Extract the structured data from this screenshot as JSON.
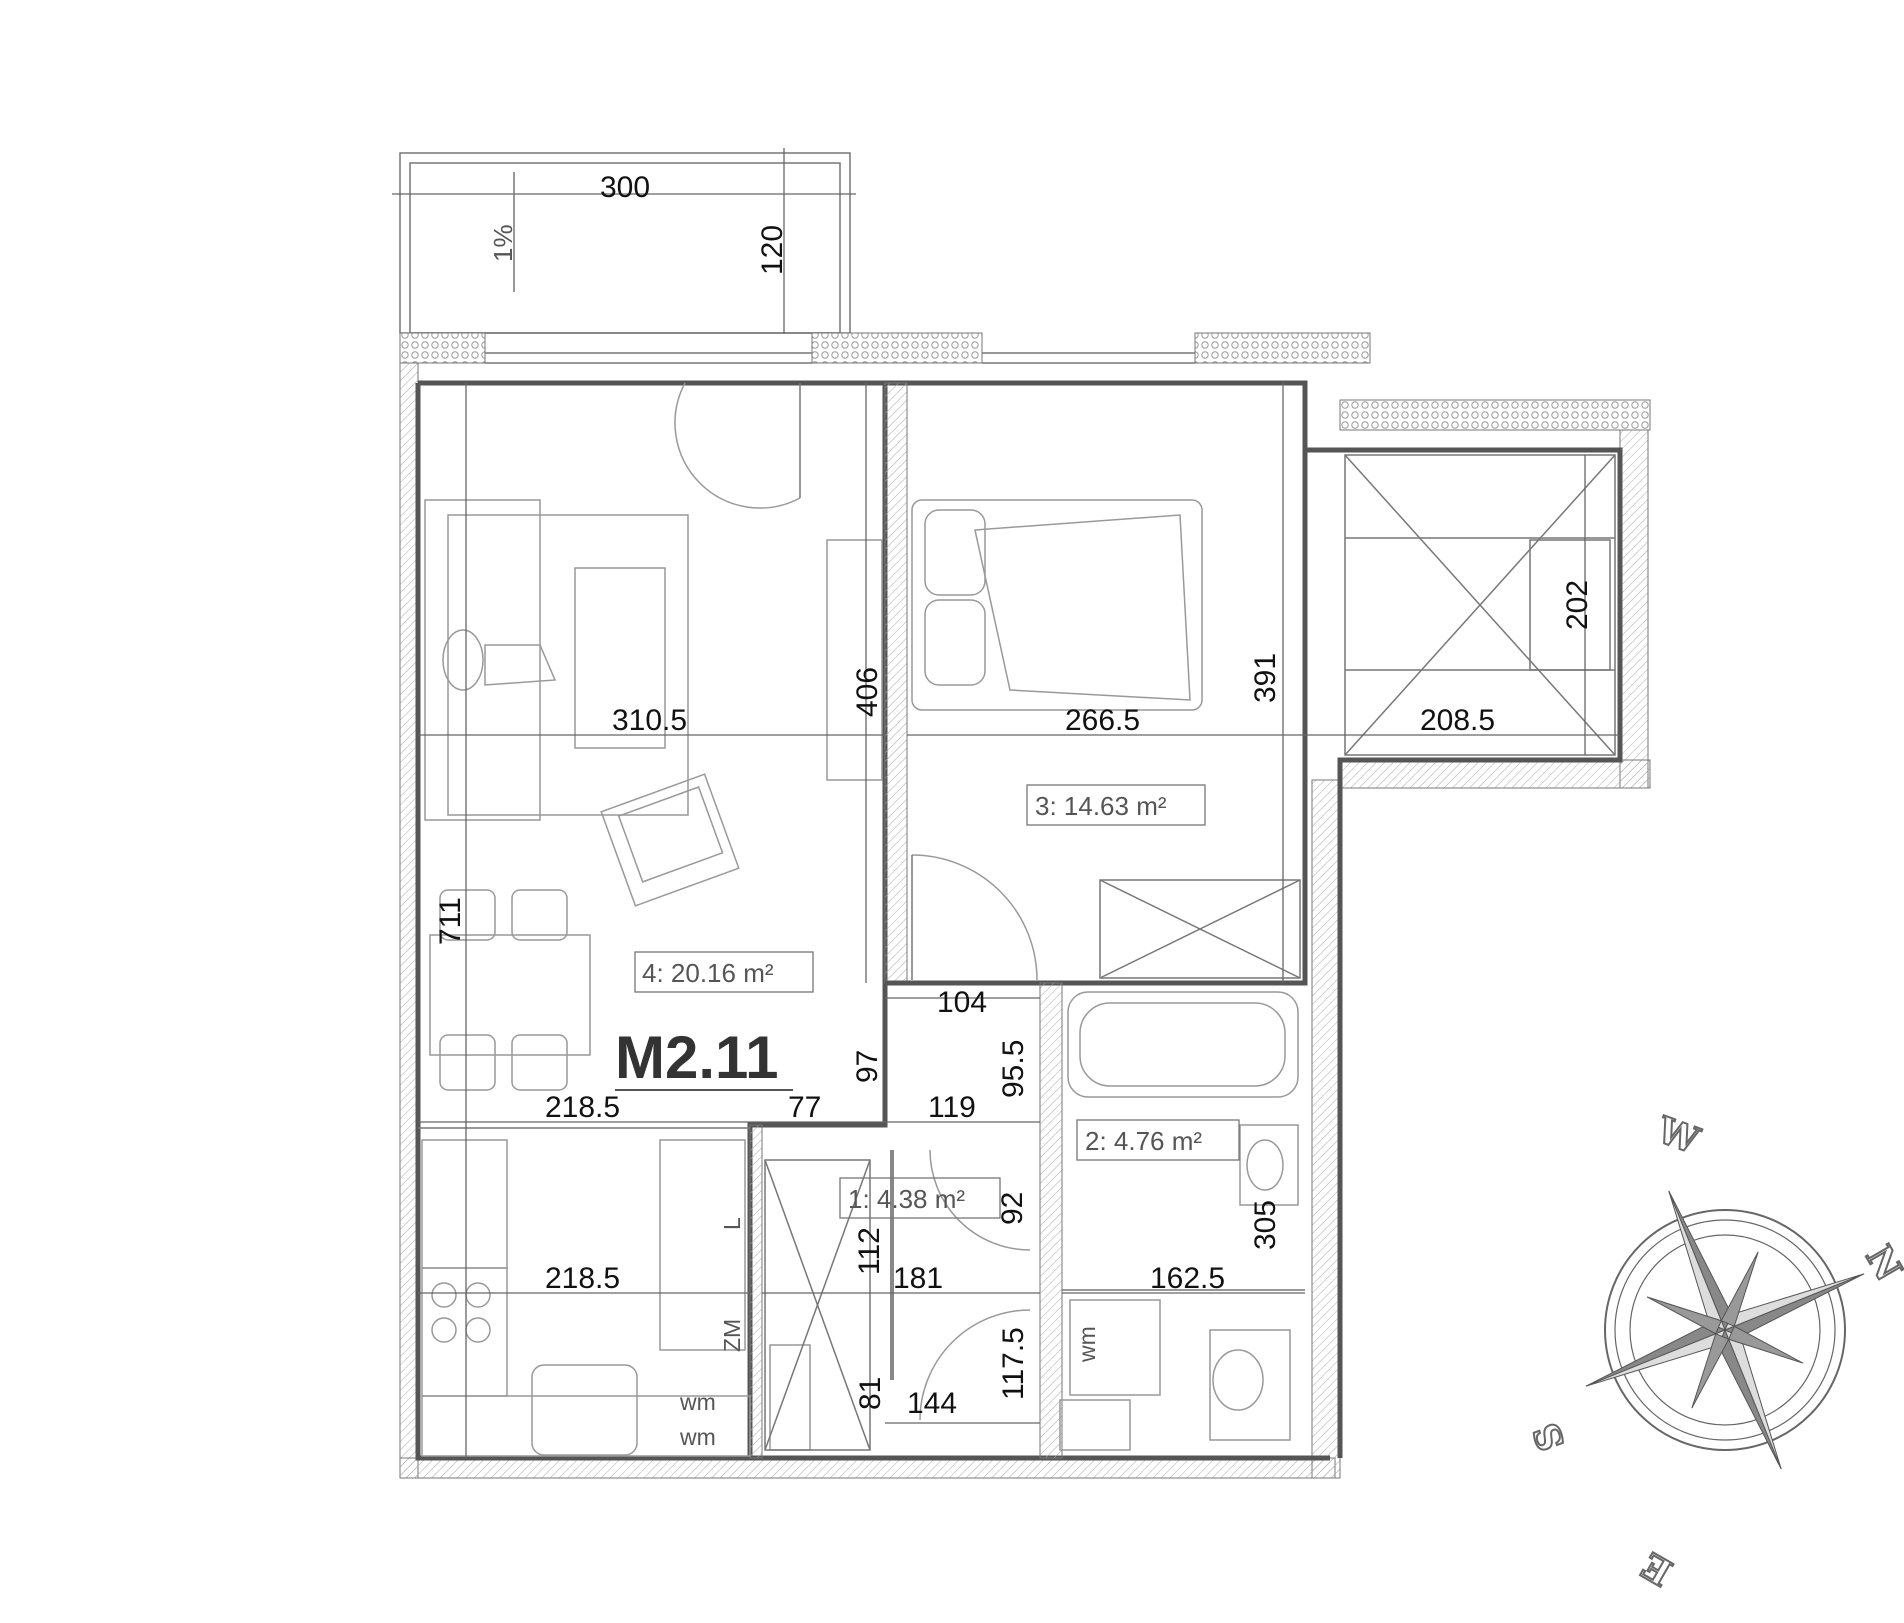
{
  "unit_code": "M2.11",
  "rooms": [
    {
      "area_label": "4: 20.16 m²"
    },
    {
      "area_label": "3: 14.63 m²"
    },
    {
      "area_label": "2: 4.76 m²"
    },
    {
      "area_label": "1: 4.38 m²"
    }
  ],
  "balcony": {
    "width": "300",
    "depth": "120",
    "slope": "1%"
  },
  "dimensions": {
    "living_width": "310.5",
    "living_depth_wall": "406",
    "living_length": "711",
    "bedroom_width": "266.5",
    "bedroom_depth": "391",
    "loggia_width": "208.5",
    "loggia_depth": "202",
    "passage_width": "104",
    "hall_top": "97",
    "hall_top_right": "95.5",
    "kitchen_width": "218.5",
    "kitchen_gap": "77",
    "hall_width": "119",
    "hall_door": "92",
    "kitchen_width_lower": "218.5",
    "hall_side": "112",
    "hall_lower_width": "181",
    "bath_width": "162.5",
    "bath_depth": "305",
    "entry_side": "117.5",
    "entry_left": "81",
    "entry_width": "144"
  },
  "fixtures": {
    "wm_label_1": "wm",
    "wm_label_2": "wm",
    "zm_label": "ZM",
    "bath_wm_label": "wm",
    "kitchen_l_label": "L"
  },
  "compass": {
    "n": "N",
    "s": "S",
    "e": "E",
    "w": "W"
  }
}
